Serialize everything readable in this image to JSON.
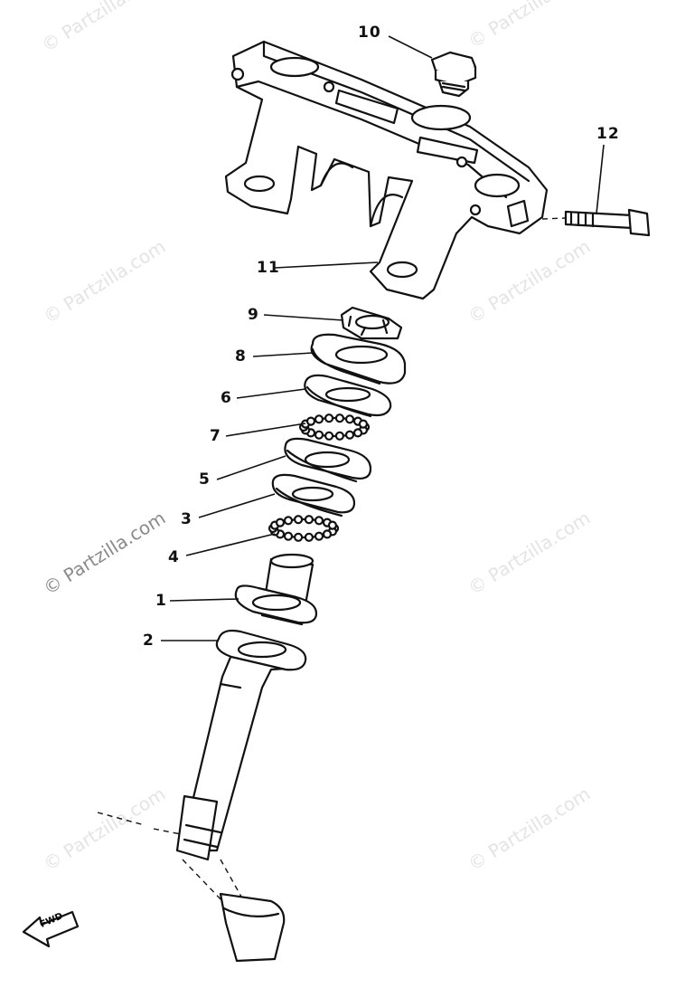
{
  "watermark": {
    "text": "© Partzilla.com",
    "instances": [
      {
        "id": "wm-top-left"
      },
      {
        "id": "wm-top-right"
      },
      {
        "id": "wm-mid-left"
      },
      {
        "id": "wm-mid-right"
      },
      {
        "id": "wm-center-left"
      },
      {
        "id": "wm-center-right"
      },
      {
        "id": "wm-bottom-left"
      },
      {
        "id": "wm-bottom-right"
      }
    ]
  },
  "callouts": [
    {
      "id": "1",
      "label": "1"
    },
    {
      "id": "2",
      "label": "2"
    },
    {
      "id": "3",
      "label": "3"
    },
    {
      "id": "4",
      "label": "4"
    },
    {
      "id": "5",
      "label": "5"
    },
    {
      "id": "6",
      "label": "6"
    },
    {
      "id": "7",
      "label": "7"
    },
    {
      "id": "8",
      "label": "8"
    },
    {
      "id": "9",
      "label": "9"
    },
    {
      "id": "10",
      "label": "10"
    },
    {
      "id": "11",
      "label": "11"
    },
    {
      "id": "12",
      "label": "12"
    }
  ],
  "direction_badge": {
    "label": "FWD"
  },
  "colors": {
    "line": "#111111",
    "background": "#ffffff",
    "watermark": "#e4e4e4"
  }
}
